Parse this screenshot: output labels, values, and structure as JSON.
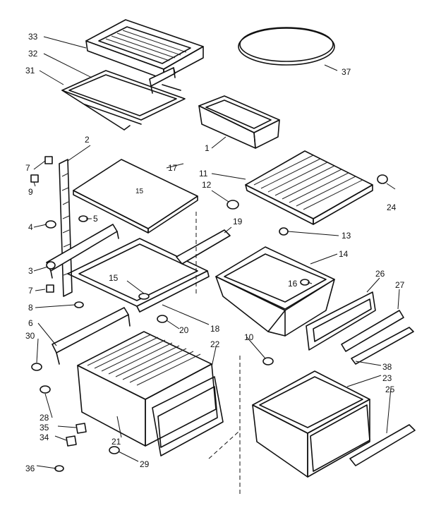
{
  "labels": {
    "l1": "1",
    "l2": "2",
    "l3": "3",
    "l4": "4",
    "l5": "5",
    "l6": "6",
    "l7a": "7",
    "l7b": "7",
    "l8": "8",
    "l9": "9",
    "l10": "10",
    "l11": "11",
    "l12": "12",
    "l13": "13",
    "l14": "14",
    "l15a": "15",
    "l15b": "15",
    "l16": "16",
    "l17": "17",
    "l18": "18",
    "l19": "19",
    "l20": "20",
    "l21": "21",
    "l22": "22",
    "l23": "23",
    "l24": "24",
    "l25": "25",
    "l26": "26",
    "l27": "27",
    "l28": "28",
    "l29": "29",
    "l30": "30",
    "l31": "31",
    "l32": "32",
    "l33": "33",
    "l34": "34",
    "l35": "35",
    "l36": "36",
    "l37": "37",
    "l38": "38"
  }
}
